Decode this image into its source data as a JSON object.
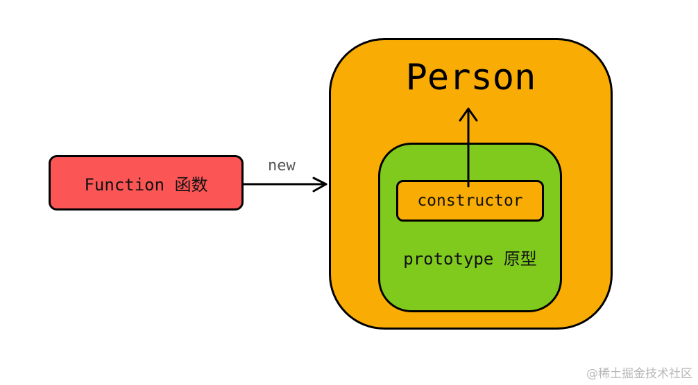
{
  "nodes": {
    "function": {
      "label": "Function 函数",
      "fill": "#fb5655"
    },
    "person": {
      "label": "Person",
      "fill": "#f9ac03"
    },
    "prototype": {
      "label": "prototype 原型",
      "fill": "#80ca1e"
    },
    "constructor": {
      "label": "constructor",
      "fill": "#f9ac03"
    }
  },
  "edges": [
    {
      "from": "function",
      "to": "person",
      "label": "new"
    },
    {
      "from": "constructor",
      "to": "person",
      "label": ""
    }
  ],
  "watermark": "@稀土掘金技术社区"
}
